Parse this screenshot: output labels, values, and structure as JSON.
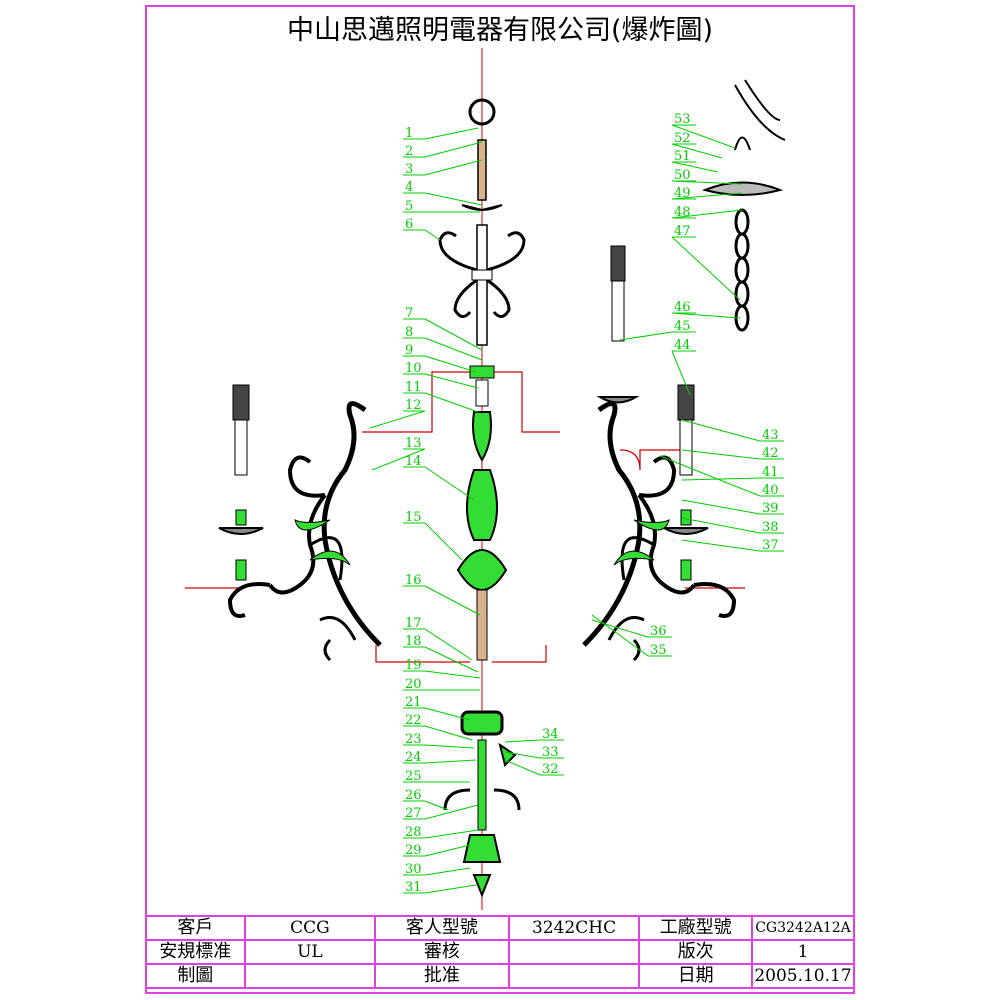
{
  "title": "中山思邁照明電器有限公司(爆炸圖)",
  "part_labels": [
    "1",
    "2",
    "3",
    "4",
    "5",
    "6",
    "7",
    "8",
    "9",
    "10",
    "11",
    "12",
    "13",
    "14",
    "15",
    "16",
    "17",
    "18",
    "19",
    "20",
    "21",
    "22",
    "23",
    "24",
    "25",
    "26",
    "27",
    "28",
    "29",
    "30",
    "31",
    "32",
    "33",
    "34",
    "35",
    "36",
    "37",
    "38",
    "39",
    "40",
    "41",
    "42",
    "43",
    "44",
    "45",
    "46",
    "47",
    "48",
    "49",
    "50",
    "51",
    "52",
    "53"
  ],
  "title_block": {
    "customer_label": "客戶",
    "customer": "CCG",
    "customer_model_label": "客人型號",
    "customer_model": "3242CHC",
    "factory_model_label": "工廠型號",
    "factory_model": "CG3242A12A",
    "safety_std_label": "安規標准",
    "safety_std": "UL",
    "review_label": "審核",
    "review": "",
    "version_label": "版次",
    "version": "1",
    "drawn_label": "制圖",
    "drawn": "",
    "approve_label": "批准",
    "approve": "",
    "date_label": "日期",
    "date": "2005.10.17"
  },
  "colors": {
    "frame": "#e040e0",
    "label": "#00cc00",
    "wire": "#d00000",
    "part_fill": "#33dd33",
    "outline": "#000000"
  }
}
